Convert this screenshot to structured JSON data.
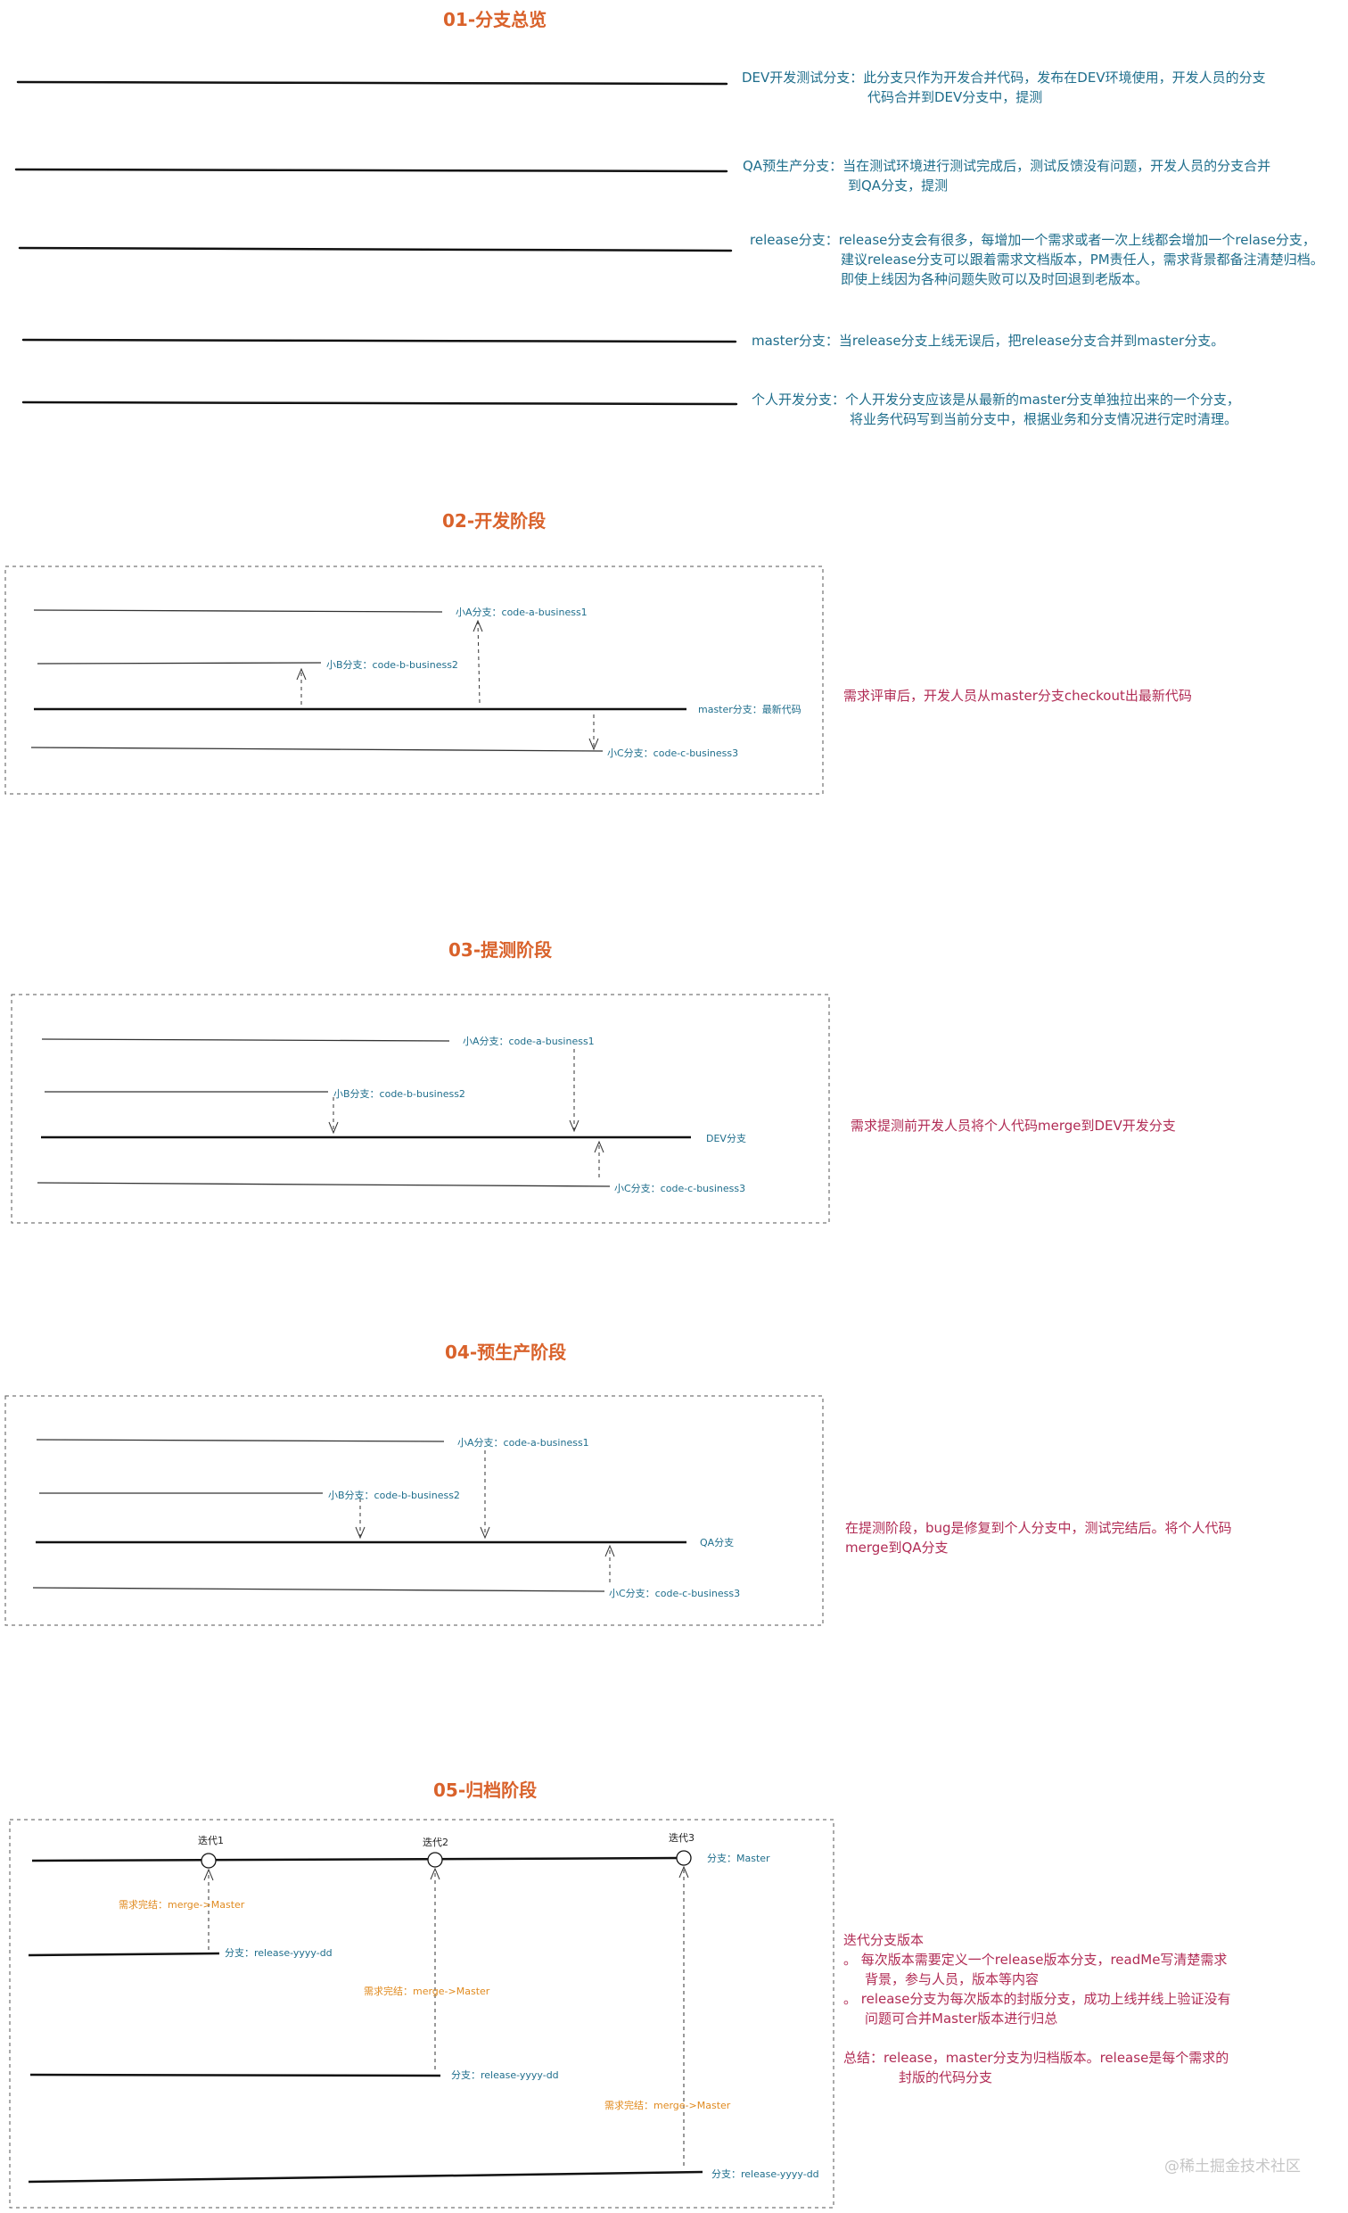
{
  "section1": {
    "title": "01-分支总览",
    "dev": {
      "line1": "DEV开发测试分支：此分支只作为开发合并代码，发布在DEV环境使用，开发人员的分支",
      "line2": "代码合并到DEV分支中，提测"
    },
    "qa": {
      "line1": "QA预生产分支：当在测试环境进行测试完成后，测试反馈没有问题，开发人员的分支合并",
      "line2": "到QA分支，提测"
    },
    "release": {
      "line1": "release分支：release分支会有很多，每增加一个需求或者一次上线都会增加一个relase分支，",
      "line2": "建议release分支可以跟着需求文档版本，PM责任人，需求背景都备注清楚归档。",
      "line3": "即使上线因为各种问题失败可以及时回退到老版本。"
    },
    "master": {
      "line1": "master分支：当release分支上线无误后，把release分支合并到master分支。"
    },
    "personal": {
      "line1": "个人开发分支：个人开发分支应该是从最新的master分支单独拉出来的一个分支，",
      "line2": "将业务代码写到当前分支中，根据业务和分支情况进行定时清理。"
    }
  },
  "section2": {
    "title": "02-开发阶段",
    "label_a": "小A分支：code-a-business1",
    "label_b": "小B分支：code-b-business2",
    "label_master": "master分支：最新代码",
    "label_c": "小C分支：code-c-business3",
    "note": "需求评审后，开发人员从master分支checkout出最新代码"
  },
  "section3": {
    "title": "03-提测阶段",
    "label_a": "小A分支：code-a-business1",
    "label_b": "小B分支：code-b-business2",
    "label_dev": "DEV分支",
    "label_c": "小C分支：code-c-business3",
    "note": "需求提测前开发人员将个人代码merge到DEV开发分支"
  },
  "section4": {
    "title": "04-预生产阶段",
    "label_a": "小A分支：code-a-business1",
    "label_b": "小B分支：code-b-business2",
    "label_qa": "QA分支",
    "label_c": "小C分支：code-c-business3",
    "note_line1": "在提测阶段，bug是修复到个人分支中，测试完结后。将个人代码",
    "note_line2": "merge到QA分支"
  },
  "section5": {
    "title": "05-归档阶段",
    "iter1": "迭代1",
    "iter2": "迭代2",
    "iter3": "迭代3",
    "branch_master": "分支：Master",
    "merge1": "需求完结：merge->Master",
    "merge2": "需求完结：merge->Master",
    "merge3": "需求完结：merge->Master",
    "branch_r1": "分支：release-yyyy-dd",
    "branch_r2": "分支：release-yyyy-dd",
    "branch_r3": "分支：release-yyyy-dd",
    "note_title": "迭代分支版本",
    "bullet1_line1": "。 每次版本需要定义一个release版本分支，readMe写清楚需求",
    "bullet1_line2": "背景，参与人员，版本等内容",
    "bullet2_line1": "。 release分支为每次版本的封版分支，成功上线并线上验证没有",
    "bullet2_line2": "问题可合并Master版本进行归总",
    "summary_line1": "总结：release，master分支为归档版本。release是每个需求的",
    "summary_line2": "封版的代码分支"
  },
  "watermark": "@稀土掘金技术社区",
  "colors": {
    "title": "#d9622b",
    "teal": "#1f6e8c",
    "red": "#b12c55",
    "orange": "#e08a1e"
  }
}
